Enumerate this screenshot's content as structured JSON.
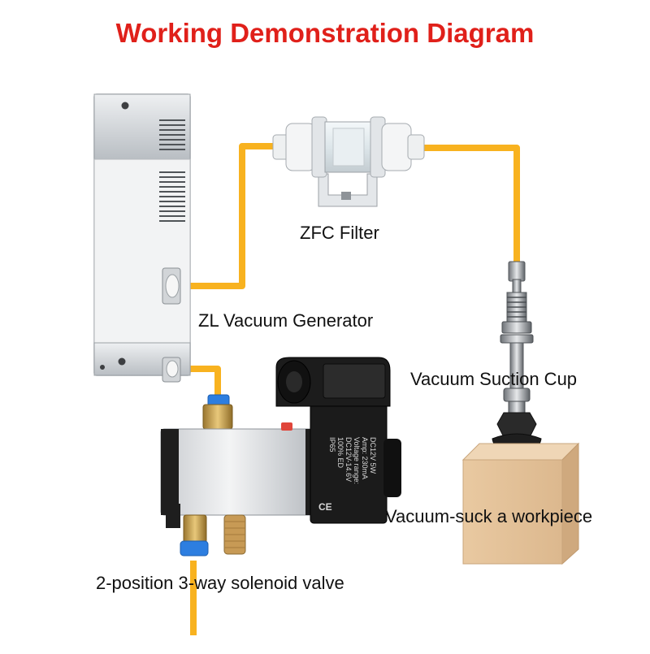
{
  "title": "Working Demonstration Diagram",
  "colors": {
    "title": "#e0201a",
    "tube": "#f8b21f",
    "fitting_blue": "#2d7ee0",
    "brass": "#c9a24a",
    "aluminum": "#dcdfe2",
    "coil_black": "#1b1b1b",
    "workpiece": "#e6c49c"
  },
  "labels": {
    "zfc_filter": "ZFC Filter",
    "vacuum_generator": "ZL Vacuum Generator",
    "suction_cup": "Vacuum Suction Cup",
    "workpiece": "Vacuum-suck a workpiece",
    "solenoid_valve": "2-position 3-way solenoid valve"
  },
  "coil_label_lines": [
    "DC12V   5W",
    "Amp:   230mA",
    "Voltage range:",
    "DC12V-14.6V",
    "100%  ED",
    "IP65"
  ],
  "coil_ce": "CE"
}
